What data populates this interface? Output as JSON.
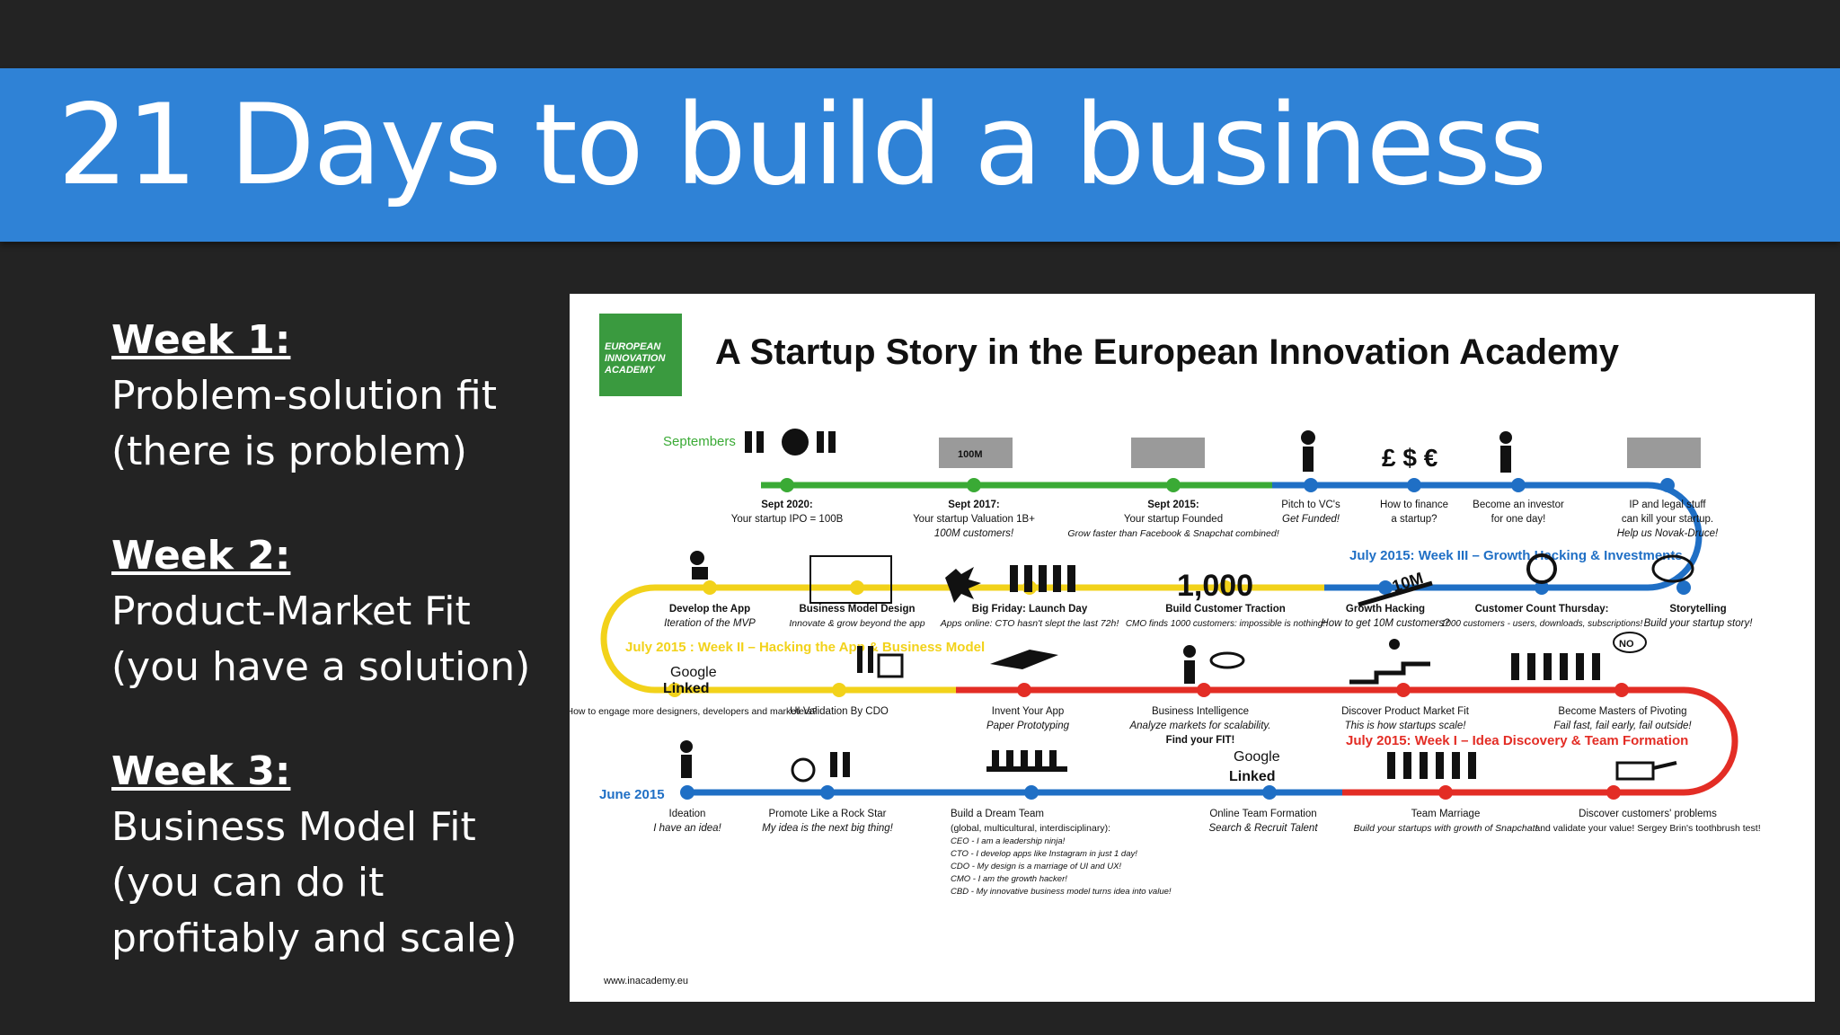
{
  "slide": {
    "title": "21 Days to build a business",
    "weeks": [
      {
        "heading": "Week 1:",
        "lines": [
          "Problem-solution fit",
          "(there is problem)"
        ]
      },
      {
        "heading": "Week 2:",
        "lines": [
          "Product-Market Fit",
          "(you have a solution)"
        ]
      },
      {
        "heading": "Week 3:",
        "lines": [
          "Business Model Fit",
          "(you can do it",
          "profitably and scale)"
        ]
      }
    ]
  },
  "infographic": {
    "logo": [
      "EUROPEAN",
      "INNOVATION",
      "ACADEMY"
    ],
    "title": "A Startup Story in the European Innovation Academy",
    "footer_url": "www.inacademy.eu",
    "colors": {
      "green": "#3aaa35",
      "blue": "#1f6fc5",
      "yellow": "#f2d21a",
      "red": "#e32d25"
    },
    "labels": {
      "septembers": "Septembers",
      "june": "June 2015",
      "week3": "July 2015: Week III – Growth Hacking & Investments",
      "week2": "July 2015 : Week II – Hacking the App & Business Model",
      "week1": "July 2015: Week I – Idea Discovery & Team Formation"
    },
    "icon_text": {
      "box_100m": "100M",
      "currency": "£ $ €",
      "big_number": "1,000",
      "ten_m": "10M",
      "no": "NO",
      "google": "Google",
      "linkedin": "Linked"
    },
    "row1": [
      {
        "title": "Sept 2020:",
        "sub": "Your startup IPO = 100B",
        "italic": ""
      },
      {
        "title": "Sept 2017:",
        "sub": "Your startup Valuation 1B+",
        "italic": "100M customers!"
      },
      {
        "title": "Sept 2015:",
        "sub": "Your startup Founded",
        "italic": "Grow faster than Facebook & Snapchat combined!"
      },
      {
        "title": "Pitch to VC's",
        "sub": "",
        "italic": "Get Funded!"
      },
      {
        "title": "How to finance",
        "sub": "a startup?",
        "italic": ""
      },
      {
        "title": "Become an investor",
        "sub": "for one day!",
        "italic": ""
      },
      {
        "title": "IP and legal stuff",
        "sub": "can kill your startup.",
        "italic": "Help us Novak-Druce!"
      }
    ],
    "row2": [
      {
        "title": "Develop the App",
        "italic": "Iteration of the MVP"
      },
      {
        "title": "Business Model Design",
        "italic": "Innovate & grow beyond the app"
      },
      {
        "title": "Big Friday: Launch Day",
        "italic": "Apps online: CTO hasn't slept the last 72h!"
      },
      {
        "title": "Build Customer Traction",
        "italic": "CMO finds 1000 customers: impossible is nothing!"
      },
      {
        "title": "Growth Hacking",
        "italic": "How to get 10M customers?"
      },
      {
        "title": "Customer Count Thursday:",
        "italic": "1000 customers - users, downloads, subscriptions!"
      },
      {
        "title": "Storytelling",
        "italic": "Build your startup story!"
      }
    ],
    "row3": [
      {
        "title": "How to engage more designers, developers and marketers?",
        "italic": ""
      },
      {
        "title": "UI Validation By CDO",
        "italic": ""
      },
      {
        "title": "Invent Your App",
        "italic": "Paper Prototyping"
      },
      {
        "title": "Business Intelligence",
        "italic": "Analyze markets for scalability.",
        "extra": "Find your FIT!"
      },
      {
        "title": "Discover Product Market Fit",
        "italic": "This is how startups scale!"
      },
      {
        "title": "Become Masters of Pivoting",
        "italic": "Fail fast, fail early, fail outside!"
      }
    ],
    "row4": [
      {
        "title": "Ideation",
        "italic": "I have an idea!"
      },
      {
        "title": "Promote Like a Rock Star",
        "italic": "My idea is the next big thing!"
      },
      {
        "title": "Build a Dream Team",
        "lines": [
          "(global, multicultural, interdisciplinary):",
          "CEO - I am a leadership ninja!",
          "CTO - I develop apps like Instagram in just 1 day!",
          "CDO - My design is a marriage of UI and UX!",
          "CMO - I am the growth hacker!",
          "CBD - My innovative business model turns idea into value!"
        ]
      },
      {
        "title": "Online Team Formation",
        "italic": "Search & Recruit Talent"
      },
      {
        "title": "Team Marriage",
        "italic": "Build your startups with growth of Snapchat!"
      },
      {
        "title": "Discover customers' problems",
        "italic": "and validate your value! Sergey Brin's toothbrush test!"
      }
    ]
  }
}
